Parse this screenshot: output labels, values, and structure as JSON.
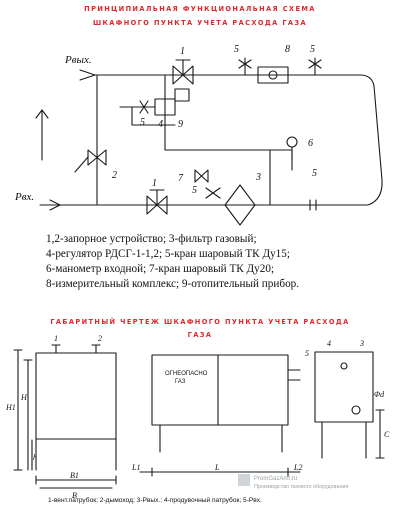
{
  "scheme": {
    "title_line1": "ПРИНЦИПИАЛЬНАЯ ФУНКЦИОНАЛЬНАЯ СХЕМА",
    "title_line2": "ШКАФНОГО ПУНКТА УЧЕТА РАСХОДА ГАЗА",
    "outlet_label": "Рвых.",
    "inlet_label": "Рвх.",
    "callouts": [
      "1",
      "2",
      "3",
      "4",
      "5",
      "6",
      "7",
      "8",
      "9"
    ],
    "legend": [
      "1,2-запорное устройство; 3-фильтр газовый;",
      "4-регулятор РДСГ-1-1,2; 5-кран шаровый ТК Ду15;",
      "6-манометр входной; 7-кран шаровый ТК Ду20;",
      "8-измерительный комплекс; 9-отопительный прибор."
    ]
  },
  "dimensions": {
    "title_line1": "ГАБАРИТНЫЙ ЧЕРТЕЖ  ШКАФНОГО ПУНКТА УЧЕТА РАСХОДА",
    "title_line2": "ГАЗА",
    "cabinet_sign_line1": "ОГНЕОПАСНО",
    "cabinet_sign_line2": "ГАЗ",
    "dim_labels": {
      "H1": "H1",
      "H": "H",
      "h": "h",
      "B1": "B1",
      "B": "B",
      "L1": "L1",
      "L": "L",
      "L2": "L2",
      "C": "C",
      "d": "Φd"
    },
    "callouts": [
      "1",
      "2",
      "3",
      "4",
      "5"
    ],
    "footnote": "1-вент.патрубок; 2-дымоход; 3-Рвых.; 4-продувочный патрубок; 5-Рвх."
  },
  "watermark": {
    "line1": "PromGazArm.ru",
    "line2": "Производство газового оборудования"
  },
  "colors": {
    "title": "#e0282e",
    "line": "#1a1a1a",
    "watermark": "#9aa3aa"
  }
}
